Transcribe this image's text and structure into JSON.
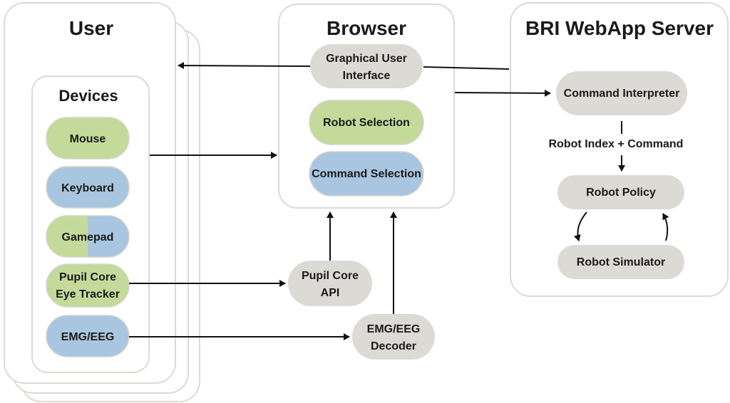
{
  "panels": {
    "user": "User",
    "devices": "Devices",
    "browser": "Browser",
    "server": "BRI WebApp Server"
  },
  "devices": {
    "mouse": "Mouse",
    "keyboard": "Keyboard",
    "gamepad": "Gamepad",
    "pupil_core_line1": "Pupil Core",
    "pupil_core_line2": "Eye Tracker",
    "emg_eeg": "EMG/EEG"
  },
  "browser_nodes": {
    "gui_line1": "Graphical User",
    "gui_line2": "Interface",
    "robot_selection": "Robot Selection",
    "command_selection": "Command Selection"
  },
  "middleware": {
    "pupil_api_line1": "Pupil Core",
    "pupil_api_line2": "API",
    "decoder_line1": "EMG/EEG",
    "decoder_line2": "Decoder"
  },
  "server_nodes": {
    "command_interpreter": "Command Interpreter",
    "edge_label": "Robot Index + Command",
    "robot_policy": "Robot Policy",
    "robot_simulator": "Robot Simulator"
  },
  "colors": {
    "green": "#c4da9b",
    "blue": "#a9c6e0",
    "gray": "#dcdad5",
    "panel_border": "#dcdad5",
    "text": "#1a1a1a",
    "arrow": "#111111"
  }
}
